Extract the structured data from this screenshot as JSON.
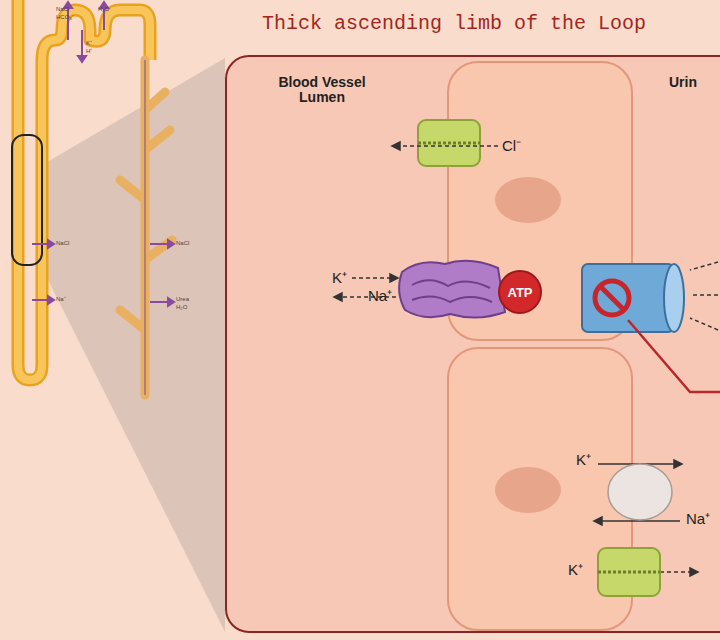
{
  "diagram": {
    "title": "Thick ascending limb of the Loop",
    "nodes": [
      {
        "text": [
          "Blood Vessel Lumen",
          "Urin"
        ]
      },
      {
        "text": [
          "ATP"
        ],
        "in": 0
      }
    ],
    "labels": [
      "NaCl",
      "HCO₃⁻",
      "H₂O",
      "K⁺",
      "H⁺",
      "NaCl",
      "NaCl",
      "Na⁺",
      "Urea",
      "H₂O",
      "Cl⁻",
      "K⁺",
      "Na⁺",
      "K⁺",
      "Na⁺",
      "K⁺"
    ]
  }
}
